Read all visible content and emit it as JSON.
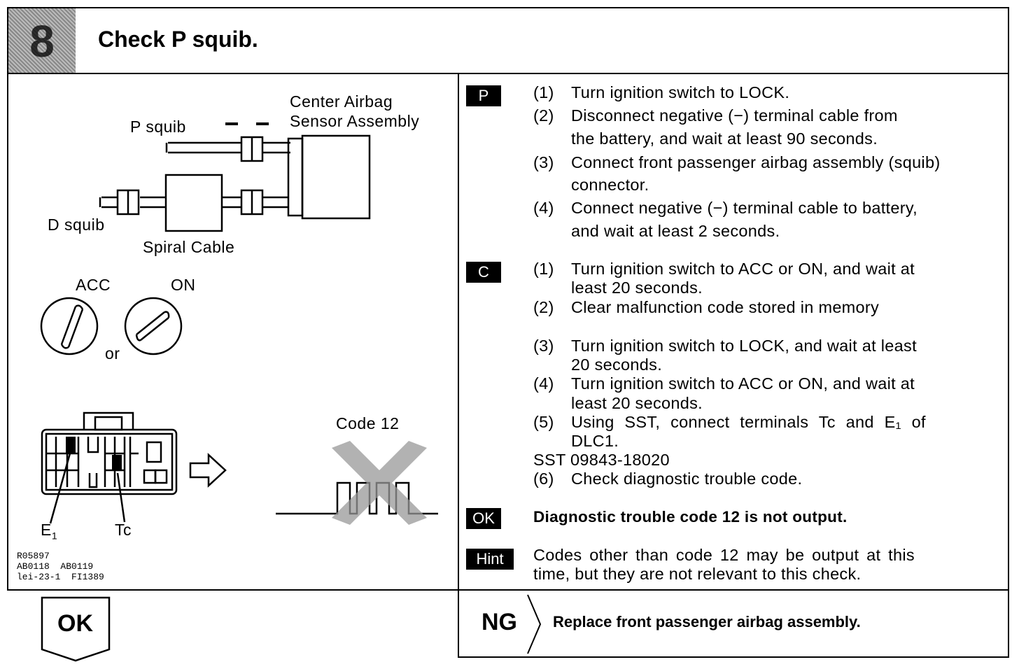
{
  "header": {
    "step_number": "8",
    "title": "Check P squib."
  },
  "figure": {
    "labels": {
      "center_airbag_line1": "Center Airbag",
      "center_airbag_line2": "Sensor Assembly",
      "p_squib": "P squib",
      "d_squib": "D squib",
      "spiral_cable": "Spiral Cable",
      "acc": "ACC",
      "on": "ON",
      "or": "or",
      "code12": "Code 12",
      "e1": "E",
      "e1_sub": "1",
      "tc": "Tc"
    },
    "ref_codes": [
      "R05897",
      "AB0118  AB0119",
      "lei-23-1  FI1389"
    ]
  },
  "procedure": {
    "p_tag": "P",
    "p_steps": [
      {
        "num": "(1)",
        "lines": [
          "Turn ignition switch to LOCK."
        ]
      },
      {
        "num": "(2)",
        "lines": [
          "Disconnect negative (−) terminal cable from",
          "the battery, and wait at least 90 seconds."
        ]
      },
      {
        "num": "(3)",
        "lines": [
          "Connect front passenger airbag assembly (squib)",
          "connector."
        ]
      },
      {
        "num": "(4)",
        "lines": [
          "Connect negative (−) terminal cable to battery,",
          "and wait at least 2 seconds."
        ]
      }
    ],
    "c_tag": "C",
    "c_steps": [
      {
        "num": "(1)",
        "lines": [
          "Turn ignition switch to ACC or ON, and wait at",
          "least 20 seconds."
        ]
      },
      {
        "num": "(2)",
        "lines": [
          "Clear malfunction code stored in memory"
        ]
      },
      {
        "num": "(3)",
        "lines": [
          "Turn ignition switch to LOCK, and wait at least",
          "20 seconds."
        ]
      },
      {
        "num": "(4)",
        "lines": [
          "Turn ignition switch to ACC or ON, and wait at",
          "least 20 seconds."
        ]
      },
      {
        "num": "(5)",
        "lines": [
          "Using SST, connect terminals Tc and E₁ of",
          "DLC1."
        ]
      }
    ],
    "sst": "SST 09843-18020",
    "c_step6": {
      "num": "(6)",
      "text": "Check diagnostic trouble code."
    },
    "ok_tag": "OK",
    "ok_text": "Diagnostic trouble code 12 is not output.",
    "hint_tag": "Hint",
    "hint_lines": [
      "Codes other than code 12 may be output at this",
      "time, but they are not relevant to this check."
    ]
  },
  "result": {
    "ok_label": "OK",
    "ng_label": "NG",
    "ng_action": "Replace front passenger airbag assembly."
  }
}
